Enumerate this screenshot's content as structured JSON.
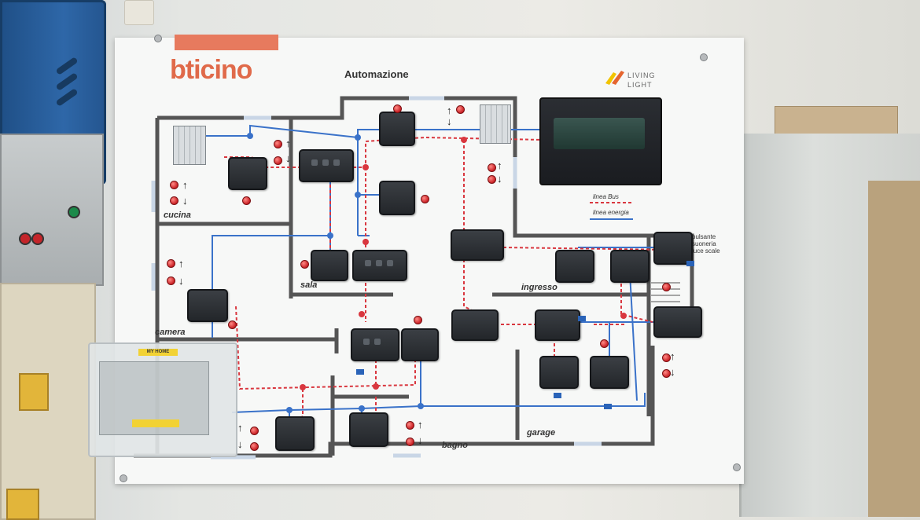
{
  "board": {
    "brand": "bticino",
    "title": "Automazione",
    "living_line1": "LIVING",
    "living_line2": "LIGHT",
    "brand_color": "#e06a4a"
  },
  "legend": {
    "bus": "linea Bus",
    "energy": "linea energia",
    "bus_color": "#d9373f",
    "energy_color": "#3a72c9"
  },
  "rooms": {
    "cucina": "cucina",
    "sala": "sala",
    "camera": "camera",
    "ingresso": "ingresso",
    "bagno": "bagno",
    "garage": "garage"
  },
  "notes": {
    "pulsante_1": "pulsante",
    "pulsante_2": "suoneria",
    "pulsante_3": "luce scale"
  },
  "enclosure": {
    "label": "MY HOME"
  },
  "icons": [
    "arrow-up-icon",
    "arrow-down-icon",
    "lamp-icon"
  ]
}
